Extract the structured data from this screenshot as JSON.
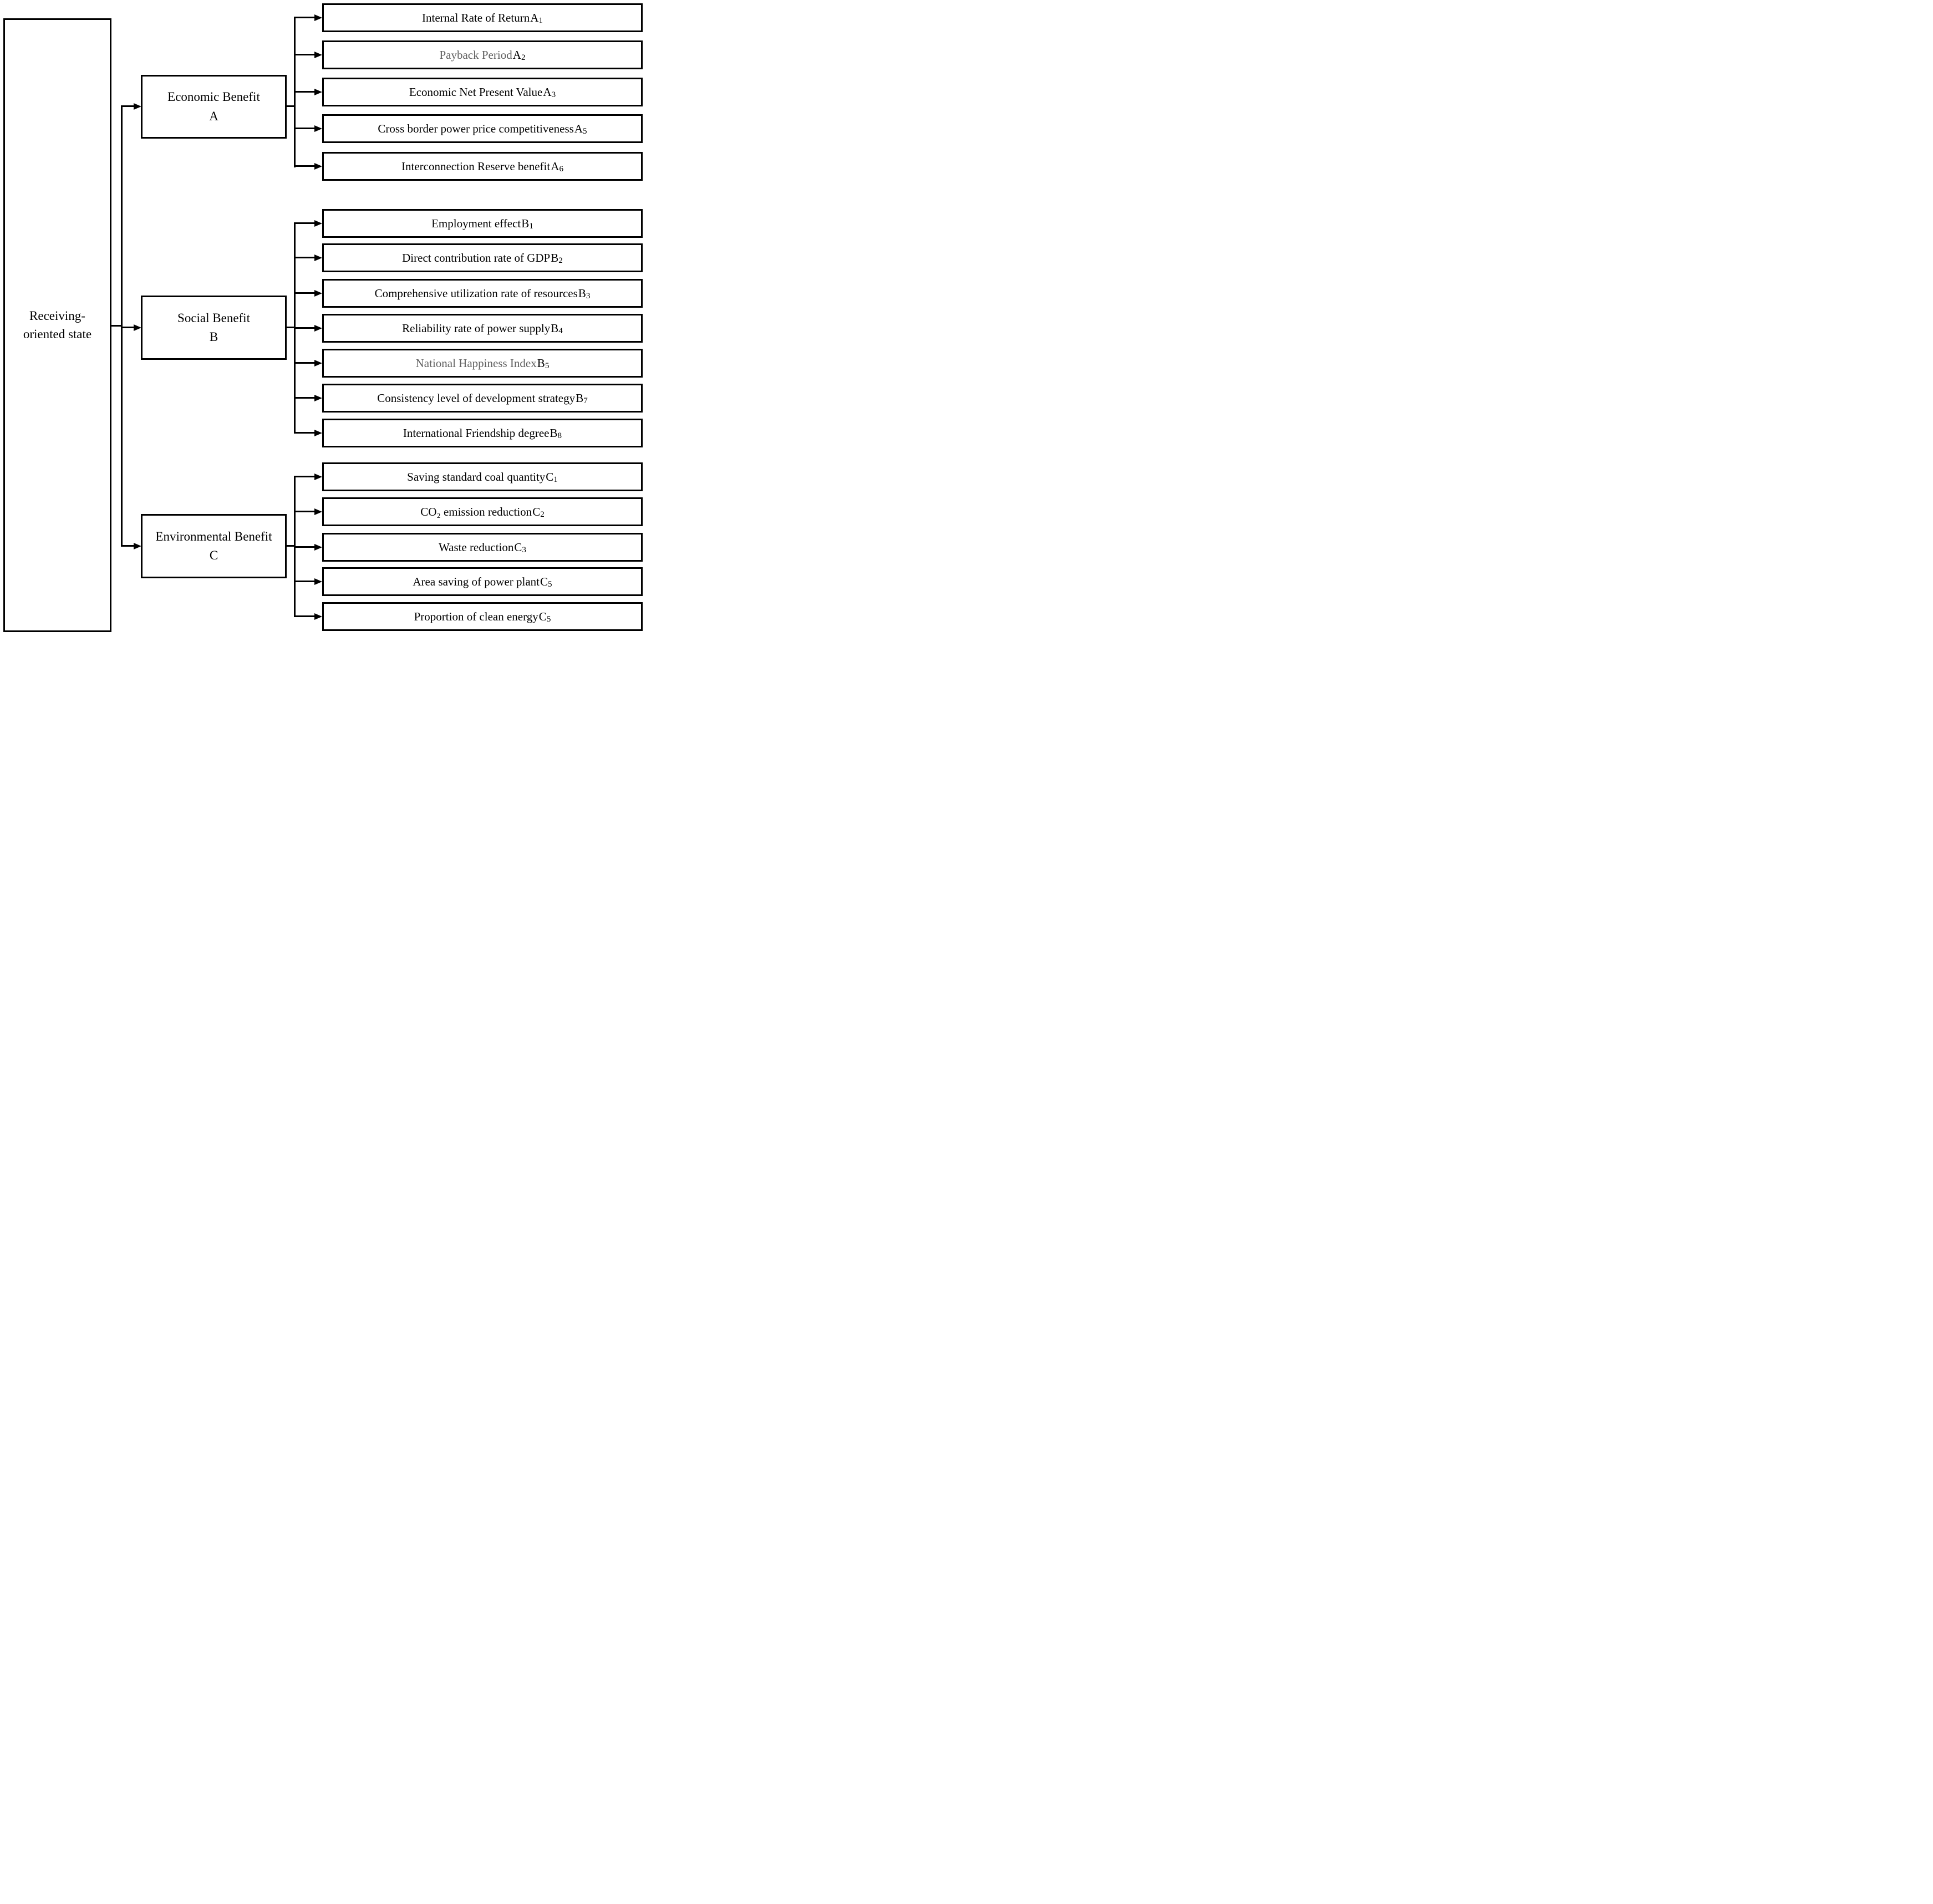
{
  "figure": {
    "type": "hierarchy-diagram",
    "description": "Evaluation index system tree for a receiving-oriented state with economic, social and environmental benefit criteria"
  },
  "colors": {
    "line": "#000000",
    "text": "#000000",
    "muted_text": "#606060",
    "background": "#ffffff"
  },
  "root": {
    "line1": "Receiving-",
    "line2": "oriented state"
  },
  "groups": [
    {
      "title": "Economic Benefit",
      "letter": "A"
    },
    {
      "title": "Social Benefit",
      "letter": "B"
    },
    {
      "title": "Environmental Benefit",
      "letter": "C"
    }
  ],
  "leaves": [
    {
      "label": "Internal Rate of Return",
      "id": "A",
      "sub": "1",
      "label_class": ""
    },
    {
      "label": "Payback Period",
      "id": "A",
      "sub": "2",
      "label_class": "gray-label"
    },
    {
      "label": "Economic Net Present Value",
      "id": "A",
      "sub": "3",
      "label_class": ""
    },
    {
      "label": "Cross border power price competitiveness",
      "id": "A",
      "sub": "5",
      "label_class": ""
    },
    {
      "label": "Interconnection Reserve benefit",
      "id": "A",
      "sub": "6",
      "label_class": ""
    },
    {
      "label": "Employment effect",
      "id": "B",
      "sub": "1",
      "label_class": ""
    },
    {
      "label": "Direct contribution rate of GDP",
      "id": "B",
      "sub": "2",
      "label_class": ""
    },
    {
      "label": "Comprehensive utilization rate of resources",
      "id": "B",
      "sub": "3",
      "label_class": ""
    },
    {
      "label": "Reliability rate of power supply",
      "id": "B",
      "sub": "4",
      "label_class": ""
    },
    {
      "label": "National Happiness Index",
      "id": "B",
      "sub": "5",
      "label_class": "gray-label"
    },
    {
      "label": "Consistency level of development strategy",
      "id": "B",
      "sub": "7",
      "label_class": ""
    },
    {
      "label": "International Friendship degree",
      "id": "B",
      "sub": "8",
      "label_class": ""
    },
    {
      "label": "Saving standard coal quantity",
      "id": "C",
      "sub": "1",
      "label_class": ""
    },
    {
      "label": "CO₂ emission reduction",
      "id": "C",
      "sub": "2",
      "label_class": ""
    },
    {
      "label": "Waste reduction",
      "id": "C",
      "sub": "3",
      "label_class": ""
    },
    {
      "label": "Area saving of power plant",
      "id": "C",
      "sub": "5",
      "label_class": ""
    },
    {
      "label": "Proportion of clean energy",
      "id": "C",
      "sub": "5",
      "label_class": ""
    }
  ]
}
